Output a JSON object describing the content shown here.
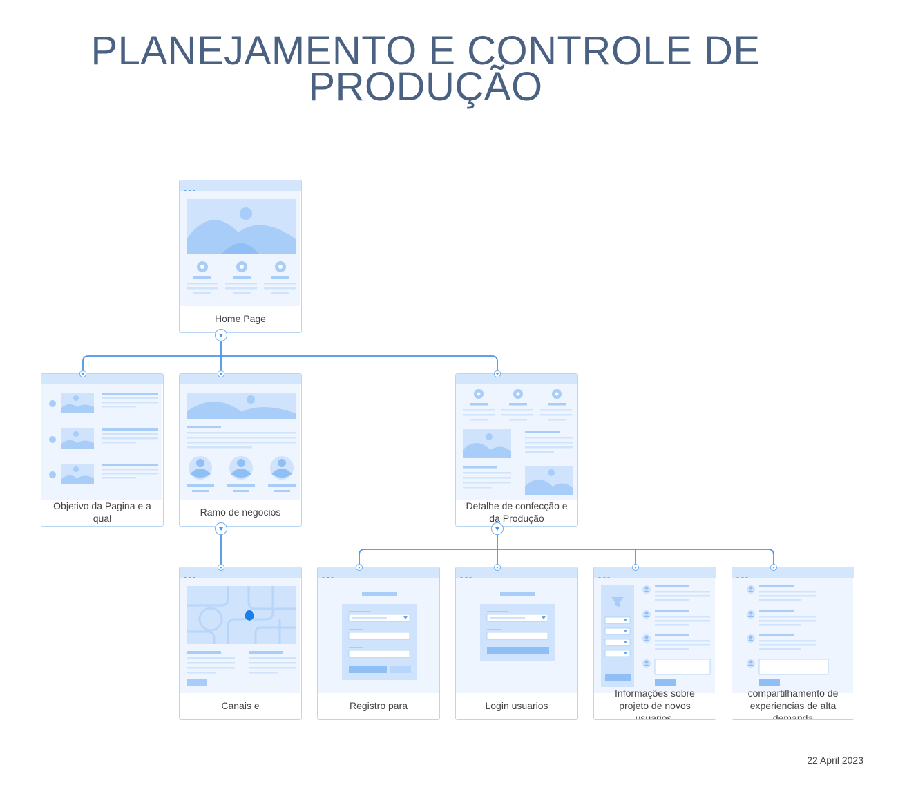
{
  "title": "PLANEJAMENTO E CONTROLE DE PRODUÇÃO",
  "date": "22 April 2023",
  "colors": {
    "title": "#4a6182",
    "line": "#4a96e8",
    "card_border": "#b9d7f5",
    "card_fill": "#eef5fe",
    "accent": "#5ea6ee"
  },
  "nodes": {
    "home": {
      "label": "Home Page"
    },
    "objetivo": {
      "label": "Objetivo da Pagina e a qual"
    },
    "ramo": {
      "label": "Ramo de negocios"
    },
    "detalhe": {
      "label": "Detalhe de confecção e da Produção"
    },
    "canais": {
      "label": "Canais e"
    },
    "registro": {
      "label": "Registro para"
    },
    "login": {
      "label": "Login usuarios"
    },
    "informacoes": {
      "label": "Informações sobre projeto de novos usuarios."
    },
    "compartilhamento": {
      "label": "compartilhamento de experiencias de alta demanda"
    }
  }
}
